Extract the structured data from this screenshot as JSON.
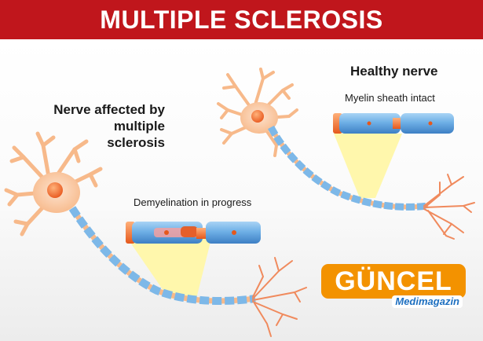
{
  "title": "MULTIPLE SCLEROSIS",
  "labels": {
    "healthy_nerve": "Healthy nerve",
    "myelin_intact": "Myelin sheath intact",
    "ms_nerve_line1": "Nerve affected by",
    "ms_nerve_line2": "multiple",
    "ms_nerve_line3": "sclerosis",
    "demyelination": "Demyelination in progress"
  },
  "logo": {
    "main": "GÜNCEL",
    "sub": "Medimagazin"
  },
  "colors": {
    "banner": "#c0161c",
    "neuron": "#f7b98a",
    "nucleus": "#ef6a28",
    "myelin": "#6fb0e6",
    "highlight": "#fff7a8",
    "logo": "#f39200",
    "logo_text": "#1d6fc0"
  }
}
